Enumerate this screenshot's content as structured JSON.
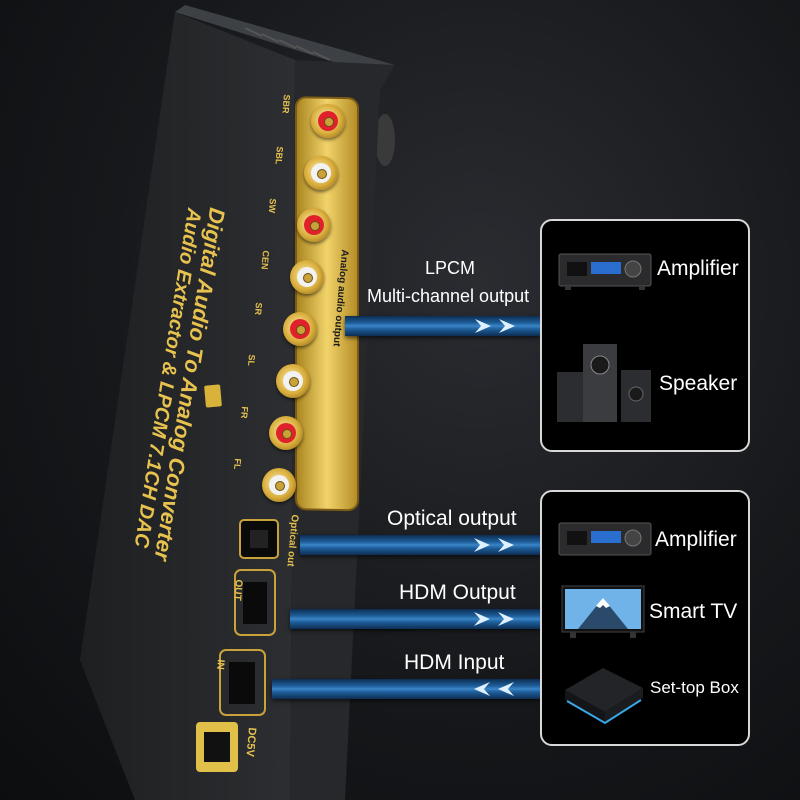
{
  "device": {
    "title_line1": "Digital Audio To Analog Converter",
    "title_line2": "Audio Extractor & LPCM 7.1CH DAC",
    "analog_label": "Analog audio output",
    "optical_label": "Optical out",
    "hdmi_out_label": "OUT",
    "hdmi_in_label": "IN",
    "power_label": "DC5V",
    "rca_ports": [
      {
        "label": "SBR",
        "color": "red"
      },
      {
        "label": "SBL",
        "color": "white"
      },
      {
        "label": "SW",
        "color": "red"
      },
      {
        "label": "CEN",
        "color": "white"
      },
      {
        "label": "SR",
        "color": "red"
      },
      {
        "label": "SL",
        "color": "white"
      },
      {
        "label": "FR",
        "color": "red"
      },
      {
        "label": "FL",
        "color": "white"
      }
    ]
  },
  "connections": [
    {
      "label": "LPCM",
      "label2": "Multi-channel output",
      "direction": "out"
    },
    {
      "label": "Optical output",
      "direction": "out"
    },
    {
      "label": "HDM Output",
      "direction": "out"
    },
    {
      "label": "HDM Input",
      "direction": "in"
    }
  ],
  "panel_top": {
    "devices": [
      {
        "name": "Amplifier",
        "icon": "amplifier-icon"
      },
      {
        "name": "Speaker",
        "icon": "speaker-icon"
      }
    ]
  },
  "panel_bottom": {
    "devices": [
      {
        "name": "Amplifier",
        "icon": "amplifier-icon"
      },
      {
        "name": "Smart TV",
        "icon": "tv-icon"
      },
      {
        "name": "Set-top Box",
        "icon": "settop-box-icon"
      }
    ]
  },
  "colors": {
    "gold": "#d9b23a",
    "cable": "#2a6fb0",
    "rca_red": "#e0202a",
    "rca_white": "#f2f2f2"
  }
}
